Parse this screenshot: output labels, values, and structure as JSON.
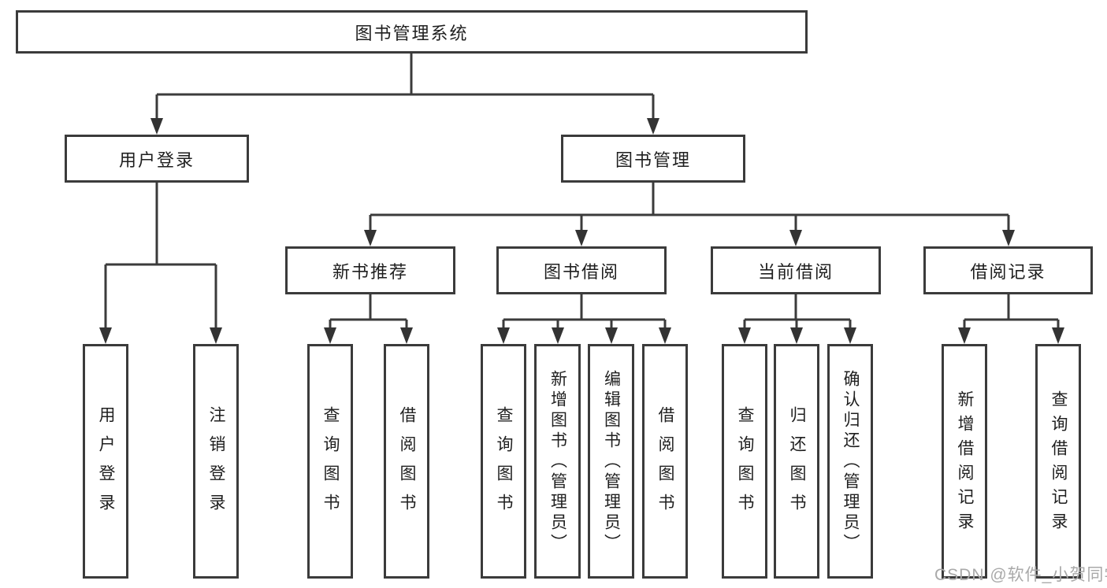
{
  "root_label": "图书管理系统",
  "level2": [
    {
      "label": "用户登录"
    },
    {
      "label": "图书管理"
    }
  ],
  "level3": [
    {
      "label": "新书推荐"
    },
    {
      "label": "图书借阅"
    },
    {
      "label": "当前借阅"
    },
    {
      "label": "借阅记录"
    }
  ],
  "leaves": {
    "login": [
      "用户登录",
      "注销登录"
    ],
    "newbook": [
      "查询图书",
      "借阅图书"
    ],
    "borrow": [
      "查询图书",
      "新增图书（管理员）",
      "编辑图书（管理员）",
      "借阅图书"
    ],
    "current": [
      "查询图书",
      "归还图书",
      "确认归还（管理员）"
    ],
    "records": [
      "新增借阅记录",
      "查询借阅记录"
    ]
  },
  "watermark": "CSDN @软件_小贺同学",
  "colors": {
    "line": "#3b3b3b",
    "text": "#1f1f1f",
    "background": "#ffffff",
    "watermark": "#a9a9a9"
  }
}
